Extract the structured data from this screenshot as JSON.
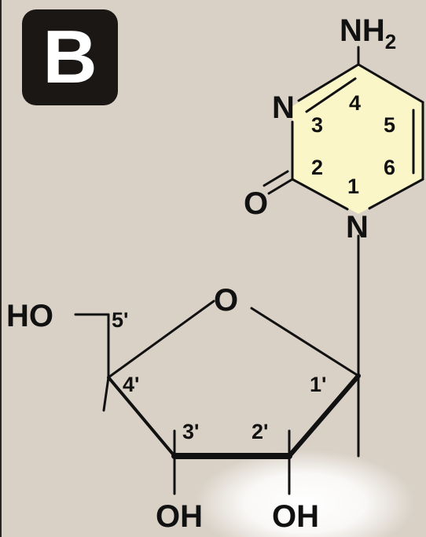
{
  "panel": {
    "label": "B"
  },
  "colors": {
    "background": "#d9d1c6",
    "base_ring_fill": "#fbf6c8",
    "ink": "#111111",
    "badge": "#1a1715",
    "glow": "#ffffff"
  },
  "base": {
    "amino_N": "NH",
    "amino_sub": "2",
    "N3": "N",
    "N1": "N",
    "carbonyl_O": "O",
    "ring_numbers": [
      "1",
      "2",
      "3",
      "4",
      "5",
      "6"
    ]
  },
  "sugar": {
    "ring_O": "O",
    "hydroxyl_5": "HO",
    "hydroxyl_3": "OH",
    "hydroxyl_2": "OH",
    "numbers": [
      "1'",
      "2'",
      "3'",
      "4'",
      "5'"
    ]
  }
}
